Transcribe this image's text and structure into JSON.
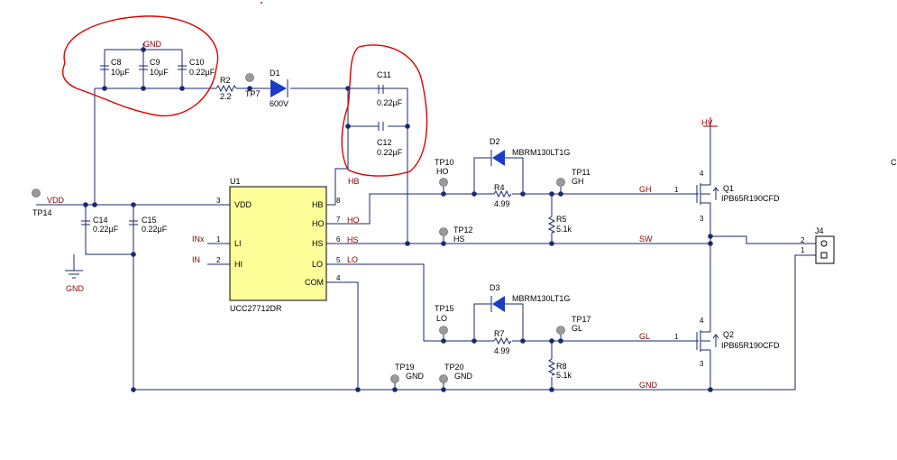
{
  "ic": {
    "ref": "U1",
    "part": "UCC27712DR",
    "pins": [
      {
        "name": "VDD",
        "num": "3"
      },
      {
        "name": "LI",
        "num": "1"
      },
      {
        "name": "HI",
        "num": "2"
      },
      {
        "name": "HB",
        "num": "8"
      },
      {
        "name": "HO",
        "num": "7"
      },
      {
        "name": "HS",
        "num": "6"
      },
      {
        "name": "LO",
        "num": "5"
      },
      {
        "name": "COM",
        "num": "4"
      }
    ]
  },
  "nets": {
    "gnd_top": "GND",
    "vdd": "VDD",
    "gnd_sym": "GND",
    "hb": "HB",
    "ho": "HO",
    "hs": "HS",
    "lo": "LO",
    "inx": "INx",
    "in": "IN",
    "gh": "GH",
    "sw": "SW",
    "gl": "GL",
    "gnd_bus": "GND",
    "hv": "HV"
  },
  "parts": {
    "c8": {
      "ref": "C8",
      "val": "10µF"
    },
    "c9": {
      "ref": "C9",
      "val": "10µF"
    },
    "c10": {
      "ref": "C10",
      "val": "0.22µF"
    },
    "r2": {
      "ref": "R2",
      "val": "2.2"
    },
    "d1": {
      "ref": "D1",
      "val": "600V"
    },
    "c11": {
      "ref": "C11",
      "val": "0.22µF"
    },
    "c12": {
      "ref": "C12",
      "val": "0.22µF"
    },
    "c14": {
      "ref": "C14",
      "val": "0.22µF"
    },
    "c15": {
      "ref": "C15",
      "val": "0.22µF"
    },
    "d2": {
      "ref": "D2",
      "val": "MBRM130LT1G"
    },
    "d3": {
      "ref": "D3",
      "val": "MBRM130LT1G"
    },
    "r4": {
      "ref": "R4",
      "val": "4.99"
    },
    "r5": {
      "ref": "R5",
      "val": "5.1k"
    },
    "r7": {
      "ref": "R7",
      "val": "4.99"
    },
    "r8": {
      "ref": "R8",
      "val": "5.1k"
    },
    "q1": {
      "ref": "Q1",
      "val": "IPB65R190CFD"
    },
    "q2": {
      "ref": "Q2",
      "val": "IPB65R190CFD"
    },
    "j4": {
      "ref": "J4",
      "pin2": "2",
      "pin1": "1"
    }
  },
  "testpoints": {
    "tp7": "TP7",
    "tp14": "TP14",
    "tp10": "TP10",
    "tp10_net": "HO",
    "tp11": "TP11",
    "tp11_net": "GH",
    "tp12": "TP12",
    "tp12_net": "HS",
    "tp15": "TP15",
    "tp15_net": "LO",
    "tp17": "TP17",
    "tp17_net": "GL",
    "tp19": "TP19",
    "tp19_net": "GND",
    "tp20": "TP20",
    "tp20_net": "GND"
  },
  "pin_numbers": {
    "q1_gate": "1",
    "q1_drain": "4",
    "q1_source": "3",
    "q2_gate": "1",
    "q2_drain": "4",
    "q2_source": "3"
  },
  "edge_text": "C",
  "colors": {
    "wire": "#1a2a6c",
    "net_label": "#8b0000",
    "annotation": "#e00000",
    "ic_fill": "#ffff99",
    "diode": "#1a3cc8"
  }
}
